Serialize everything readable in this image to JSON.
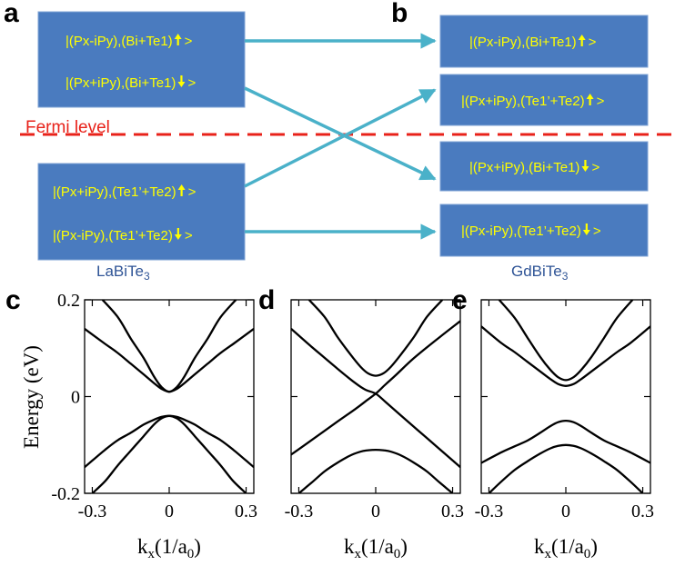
{
  "panel_labels": {
    "a": "a",
    "b": "b",
    "c": "c",
    "d": "d",
    "e": "e"
  },
  "schematic": {
    "fermi_label": "Fermi level",
    "colors": {
      "box": "#4a7bbf",
      "state_text": "#ffff00",
      "arrow": "#4ab1c9",
      "fermi_line": "#e8221a",
      "caption": "#2f5496"
    },
    "left_caption": {
      "base": "LaBiTe",
      "sub": "3"
    },
    "right_caption": {
      "base": "GdBiTe",
      "sub": "3"
    },
    "left_states": [
      {
        "text": "|(Px-iPy),(Bi+Te1)",
        "spin": "up",
        "close": ">"
      },
      {
        "text": "|(Px+iPy),(Bi+Te1)",
        "spin": "down",
        "close": ">"
      },
      {
        "text": "|(Px+iPy),(Te1’+Te2)",
        "spin": "up",
        "close": ">"
      },
      {
        "text": "|(Px-iPy),(Te1’+Te2)",
        "spin": "down",
        "close": ">"
      }
    ],
    "right_states": [
      {
        "text": "|(Px-iPy),(Bi+Te1)",
        "spin": "up",
        "close": ">"
      },
      {
        "text": "|(Px+iPy),(Te1’+Te2)",
        "spin": "up",
        "close": ">"
      },
      {
        "text": "|(Px+iPy),(Bi+Te1)",
        "spin": "down",
        "close": ">"
      },
      {
        "text": "|(Px-iPy),(Te1’+Te2)",
        "spin": "down",
        "close": ">"
      }
    ],
    "mapping": [
      [
        0,
        0
      ],
      [
        1,
        2
      ],
      [
        2,
        1
      ],
      [
        3,
        3
      ]
    ]
  },
  "chart_data": [
    {
      "type": "line",
      "panel": "c",
      "xlim": [
        -0.33,
        0.33
      ],
      "ylim": [
        -0.2,
        0.2
      ],
      "ylabel": "Energy (eV)",
      "xlabel": {
        "base": "k",
        "sub1": "x",
        "mid": "(1/a",
        "sub2": "0",
        "end": ")"
      },
      "x_ticks": [
        -0.3,
        0,
        0.3
      ],
      "x_tick_labels": [
        "-0.3",
        "0",
        "0.3"
      ],
      "y_ticks": [
        -0.2,
        0,
        0.2
      ],
      "y_tick_labels": [
        "-0.2",
        "0",
        "0.2"
      ],
      "series": [
        {
          "values": [
            [
              -0.33,
              0.14
            ],
            [
              -0.25,
              0.109
            ],
            [
              -0.2,
              0.09
            ],
            [
              -0.15,
              0.068
            ],
            [
              -0.1,
              0.046
            ],
            [
              -0.06,
              0.028
            ],
            [
              -0.03,
              0.016
            ],
            [
              0,
              0.01
            ],
            [
              0.03,
              0.016
            ],
            [
              0.06,
              0.028
            ],
            [
              0.1,
              0.046
            ],
            [
              0.15,
              0.068
            ],
            [
              0.2,
              0.09
            ],
            [
              0.25,
              0.109
            ],
            [
              0.33,
              0.14
            ]
          ]
        },
        {
          "values": [
            [
              -0.26,
              0.2
            ],
            [
              -0.2,
              0.164
            ],
            [
              -0.15,
              0.12
            ],
            [
              -0.1,
              0.08
            ],
            [
              -0.06,
              0.042
            ],
            [
              -0.03,
              0.02
            ],
            [
              0,
              0.01
            ],
            [
              0.03,
              0.02
            ],
            [
              0.06,
              0.042
            ],
            [
              0.1,
              0.08
            ],
            [
              0.15,
              0.12
            ],
            [
              0.2,
              0.164
            ],
            [
              0.26,
              0.2
            ]
          ]
        },
        {
          "values": [
            [
              -0.33,
              -0.146
            ],
            [
              -0.25,
              -0.11
            ],
            [
              -0.2,
              -0.09
            ],
            [
              -0.15,
              -0.075
            ],
            [
              -0.1,
              -0.058
            ],
            [
              -0.06,
              -0.048
            ],
            [
              -0.03,
              -0.042
            ],
            [
              0,
              -0.04
            ],
            [
              0.03,
              -0.042
            ],
            [
              0.06,
              -0.048
            ],
            [
              0.1,
              -0.058
            ],
            [
              0.15,
              -0.075
            ],
            [
              0.2,
              -0.09
            ],
            [
              0.25,
              -0.11
            ],
            [
              0.33,
              -0.146
            ]
          ]
        },
        {
          "values": [
            [
              -0.3,
              -0.2
            ],
            [
              -0.25,
              -0.175
            ],
            [
              -0.2,
              -0.142
            ],
            [
              -0.15,
              -0.112
            ],
            [
              -0.1,
              -0.082
            ],
            [
              -0.06,
              -0.058
            ],
            [
              -0.03,
              -0.045
            ],
            [
              0,
              -0.04
            ],
            [
              0.03,
              -0.045
            ],
            [
              0.06,
              -0.058
            ],
            [
              0.1,
              -0.082
            ],
            [
              0.15,
              -0.112
            ],
            [
              0.2,
              -0.142
            ],
            [
              0.25,
              -0.175
            ],
            [
              0.3,
              -0.2
            ]
          ]
        }
      ]
    },
    {
      "type": "line",
      "panel": "d",
      "xlim": [
        -0.33,
        0.33
      ],
      "ylim": [
        -0.2,
        0.2
      ],
      "xlabel": {
        "base": "k",
        "sub1": "x",
        "mid": "(1/a",
        "sub2": "0",
        "end": ")"
      },
      "x_ticks": [
        -0.3,
        0,
        0.3
      ],
      "x_tick_labels": [
        "-0.3",
        "0",
        "0.3"
      ],
      "y_ticks": [
        -0.2,
        0,
        0.2
      ],
      "series": [
        {
          "values": [
            [
              -0.33,
              0.14
            ],
            [
              -0.25,
              0.103
            ],
            [
              -0.15,
              0.058
            ],
            [
              -0.08,
              0.028
            ],
            [
              -0.04,
              0.014
            ],
            [
              0,
              0.006
            ],
            [
              0.04,
              -0.012
            ],
            [
              0.1,
              -0.04
            ],
            [
              0.2,
              -0.086
            ],
            [
              0.3,
              -0.132
            ],
            [
              0.33,
              -0.146
            ]
          ]
        },
        {
          "values": [
            [
              -0.33,
              -0.12
            ],
            [
              -0.25,
              -0.09
            ],
            [
              -0.15,
              -0.052
            ],
            [
              -0.08,
              -0.026
            ],
            [
              -0.04,
              -0.01
            ],
            [
              0,
              0.006
            ],
            [
              0.04,
              0.026
            ],
            [
              0.08,
              0.045
            ],
            [
              0.15,
              0.08
            ],
            [
              0.25,
              0.123
            ],
            [
              0.33,
              0.156
            ]
          ]
        },
        {
          "values": [
            [
              -0.26,
              0.2
            ],
            [
              -0.2,
              0.165
            ],
            [
              -0.15,
              0.124
            ],
            [
              -0.1,
              0.088
            ],
            [
              -0.06,
              0.062
            ],
            [
              -0.03,
              0.048
            ],
            [
              0,
              0.043
            ],
            [
              0.03,
              0.048
            ],
            [
              0.06,
              0.062
            ],
            [
              0.1,
              0.088
            ],
            [
              0.15,
              0.124
            ],
            [
              0.2,
              0.165
            ],
            [
              0.26,
              0.2
            ]
          ]
        },
        {
          "values": [
            [
              -0.3,
              -0.2
            ],
            [
              -0.25,
              -0.178
            ],
            [
              -0.2,
              -0.155
            ],
            [
              -0.15,
              -0.137
            ],
            [
              -0.1,
              -0.122
            ],
            [
              -0.06,
              -0.114
            ],
            [
              -0.03,
              -0.111
            ],
            [
              0,
              -0.11
            ],
            [
              0.03,
              -0.111
            ],
            [
              0.06,
              -0.114
            ],
            [
              0.1,
              -0.122
            ],
            [
              0.15,
              -0.137
            ],
            [
              0.2,
              -0.155
            ],
            [
              0.25,
              -0.178
            ],
            [
              0.3,
              -0.2
            ]
          ]
        }
      ]
    },
    {
      "type": "line",
      "panel": "e",
      "xlim": [
        -0.33,
        0.33
      ],
      "ylim": [
        -0.2,
        0.2
      ],
      "xlabel": {
        "base": "k",
        "sub1": "x",
        "mid": "(1/a",
        "sub2": "0",
        "end": ")"
      },
      "x_ticks": [
        -0.3,
        0,
        0.3
      ],
      "x_tick_labels": [
        "-0.3",
        "0",
        "0.3"
      ],
      "y_ticks": [
        -0.2,
        0,
        0.2
      ],
      "series": [
        {
          "values": [
            [
              -0.33,
              0.145
            ],
            [
              -0.25,
              0.11
            ],
            [
              -0.2,
              0.092
            ],
            [
              -0.15,
              0.072
            ],
            [
              -0.1,
              0.052
            ],
            [
              -0.06,
              0.036
            ],
            [
              -0.03,
              0.026
            ],
            [
              0,
              0.022
            ],
            [
              0.03,
              0.026
            ],
            [
              0.06,
              0.036
            ],
            [
              0.1,
              0.052
            ],
            [
              0.15,
              0.072
            ],
            [
              0.2,
              0.092
            ],
            [
              0.25,
              0.11
            ],
            [
              0.33,
              0.145
            ]
          ]
        },
        {
          "values": [
            [
              -0.26,
              0.2
            ],
            [
              -0.2,
              0.163
            ],
            [
              -0.15,
              0.122
            ],
            [
              -0.1,
              0.082
            ],
            [
              -0.06,
              0.055
            ],
            [
              -0.03,
              0.04
            ],
            [
              0,
              0.034
            ],
            [
              0.03,
              0.04
            ],
            [
              0.06,
              0.055
            ],
            [
              0.1,
              0.082
            ],
            [
              0.15,
              0.122
            ],
            [
              0.2,
              0.163
            ],
            [
              0.26,
              0.2
            ]
          ]
        },
        {
          "values": [
            [
              -0.33,
              -0.137
            ],
            [
              -0.25,
              -0.115
            ],
            [
              -0.2,
              -0.103
            ],
            [
              -0.15,
              -0.091
            ],
            [
              -0.1,
              -0.075
            ],
            [
              -0.06,
              -0.061
            ],
            [
              -0.03,
              -0.053
            ],
            [
              0,
              -0.05
            ],
            [
              0.03,
              -0.053
            ],
            [
              0.06,
              -0.061
            ],
            [
              0.1,
              -0.075
            ],
            [
              0.15,
              -0.091
            ],
            [
              0.2,
              -0.103
            ],
            [
              0.25,
              -0.115
            ],
            [
              0.33,
              -0.137
            ]
          ]
        },
        {
          "values": [
            [
              -0.3,
              -0.2
            ],
            [
              -0.25,
              -0.175
            ],
            [
              -0.2,
              -0.152
            ],
            [
              -0.15,
              -0.134
            ],
            [
              -0.1,
              -0.118
            ],
            [
              -0.06,
              -0.107
            ],
            [
              -0.03,
              -0.102
            ],
            [
              0,
              -0.1
            ],
            [
              0.03,
              -0.102
            ],
            [
              0.06,
              -0.107
            ],
            [
              0.1,
              -0.118
            ],
            [
              0.15,
              -0.134
            ],
            [
              0.2,
              -0.152
            ],
            [
              0.25,
              -0.175
            ],
            [
              0.3,
              -0.2
            ]
          ]
        }
      ]
    }
  ]
}
